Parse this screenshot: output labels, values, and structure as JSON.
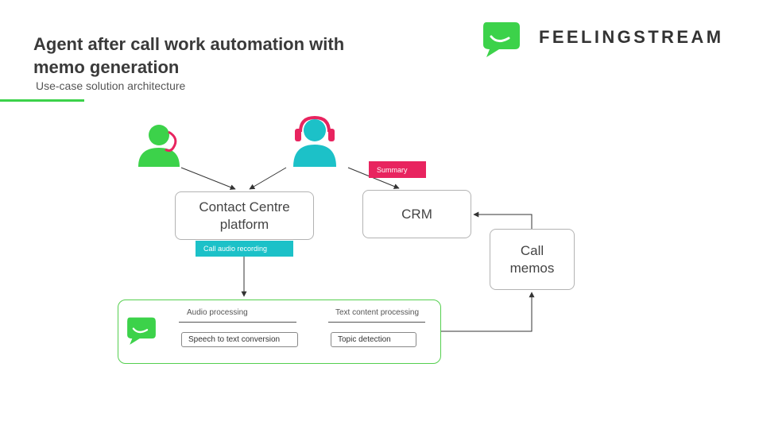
{
  "header": {
    "title": "Agent after call work automation with memo generation",
    "subtitle": "Use-case solution architecture",
    "brand_name": "FEELINGSTREAM"
  },
  "icons": {
    "logo": "speech-bubble-logo-icon",
    "customer": "customer-with-headset-icon",
    "agent": "agent-with-headset-icon"
  },
  "nodes": {
    "contact_centre": "Contact Centre platform",
    "crm": "CRM",
    "call_memos": "Call memos"
  },
  "tags": {
    "summary": "Summary",
    "call_audio_recording": "Call audio recording"
  },
  "processing": {
    "audio_heading": "Audio processing",
    "text_heading": "Text content processing",
    "speech_to_text": "Speech to text conversion",
    "topic_detection": "Topic detection"
  },
  "colors": {
    "brand_green": "#3cd24a",
    "agent_teal": "#1cc1c8",
    "headset_pink": "#e8245f"
  }
}
